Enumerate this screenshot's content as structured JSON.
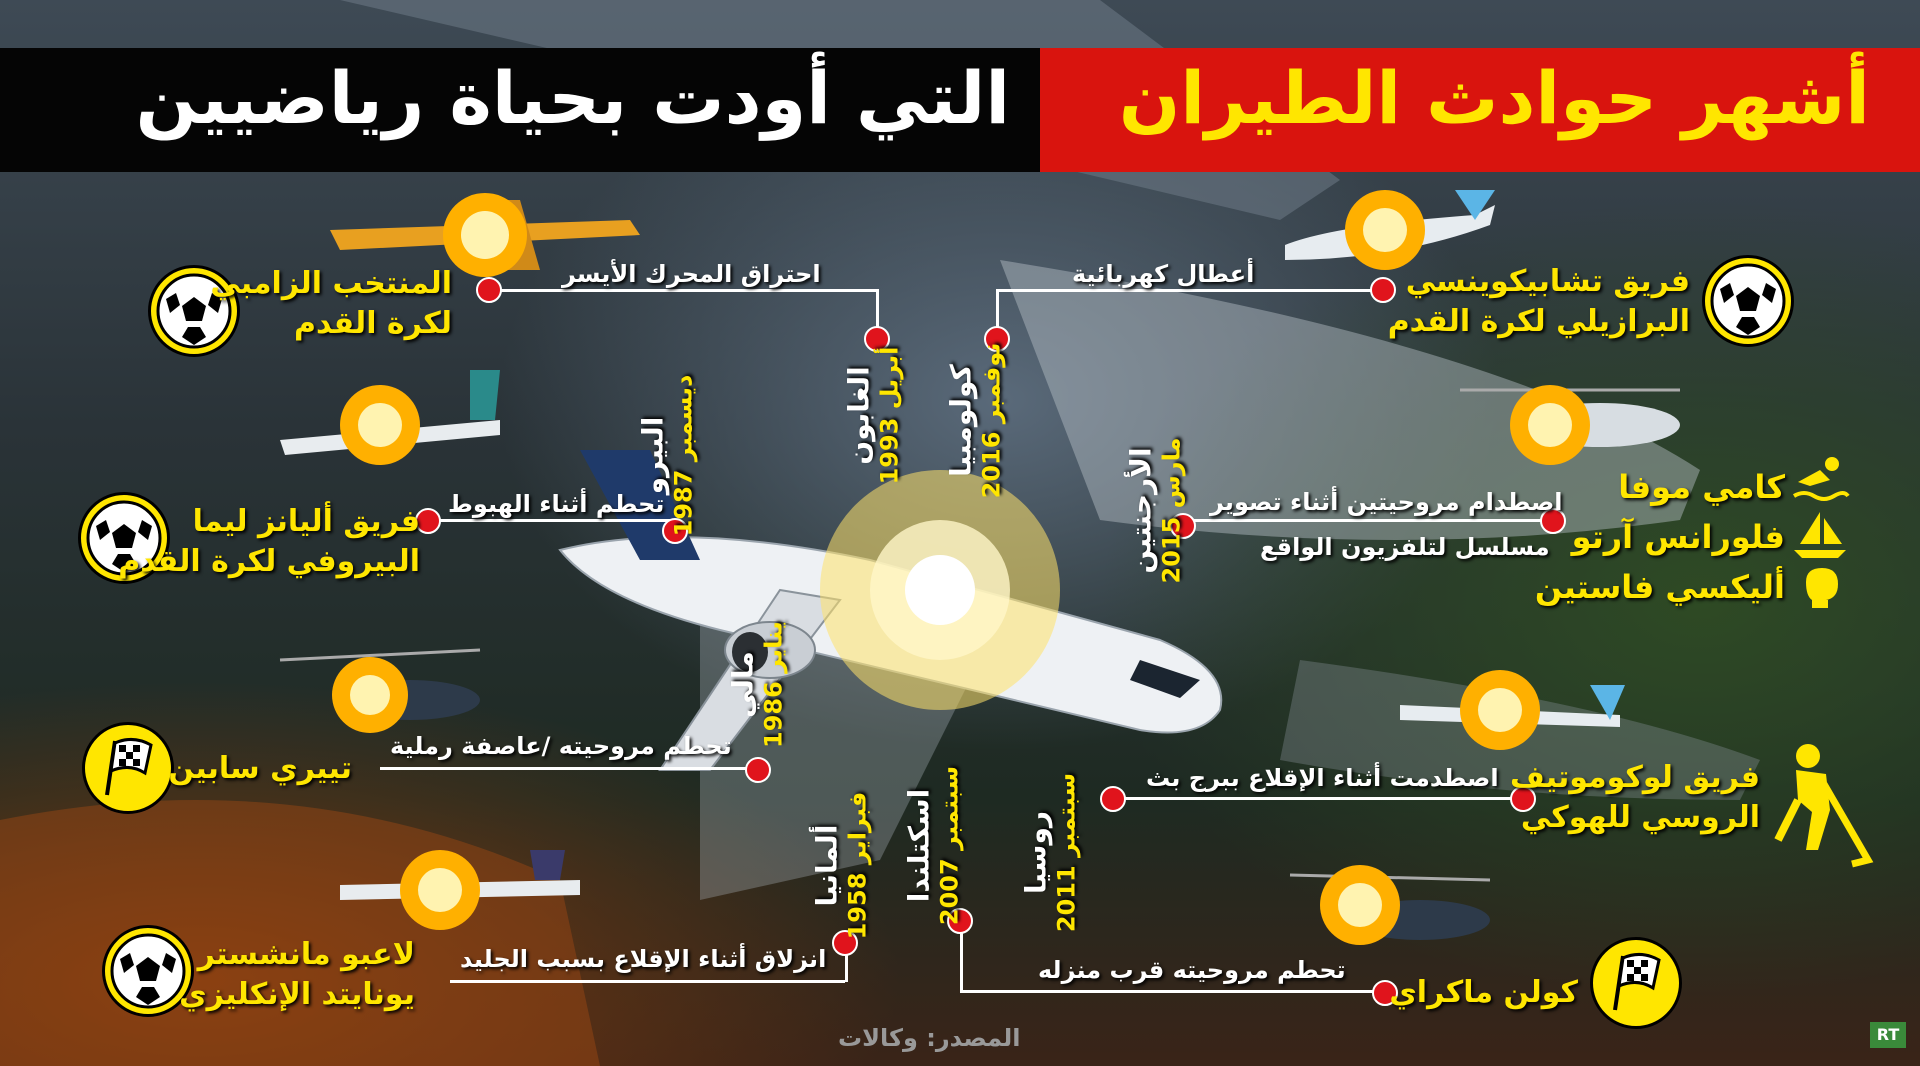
{
  "title": {
    "highlight": "أشهر حوادث الطيران",
    "rest": "التي أودت بحياة رياضيين"
  },
  "colors": {
    "accent_yellow": "#ffe600",
    "header_red": "#d9140e",
    "dot_red": "#e0141c",
    "header_black": "#050505"
  },
  "left": {
    "e1": {
      "name1": "المنتخب الزامبي",
      "name2": "لكرة القدم",
      "cause": "احتراق المحرك الأيسر",
      "country": "الغابون",
      "date": "أبريل 1993",
      "icon": "football-icon"
    },
    "e2": {
      "name1": "فريق أليانز ليما",
      "name2": "البيروفي لكرة القدم",
      "cause": "تحطم أثناء الهبوط",
      "country": "البيرو",
      "date": "ديسمبر 1987",
      "icon": "football-icon"
    },
    "e3": {
      "name1": "تييري سابين",
      "cause": "تحطم مروحيته /عاصفة رملية",
      "country": "مالي",
      "date": "يناير 1986",
      "icon": "checkered-flag-icon"
    },
    "e4": {
      "name1": "لاعبو مانشستر",
      "name2": "يونايتد الإنكليزي",
      "cause": "انزلاق أثناء الإقلاع بسبب الجليد",
      "country": "ألمانيا",
      "date": "فبراير 1958",
      "icon": "football-icon"
    }
  },
  "right": {
    "e1": {
      "name1": "فريق تشابيكوينسي",
      "name2": "البرازيلي لكرة القدم",
      "cause": "أعطال كهربائية",
      "country": "كولومبيا",
      "date": "نوفمبر 2016",
      "icon": "football-icon"
    },
    "e2": {
      "name1": "كامي موفا",
      "name2": "فلورانس آرتو",
      "name3": "أليكسي فاستين",
      "cause1": "اصطدام مروحيتين أثناء تصوير",
      "cause2": "مسلسل لتلفزيون الواقع",
      "country": "الأرجنتين",
      "date": "مارس 2015",
      "icons": [
        "swimmer-icon",
        "sailing-icon",
        "boxing-glove-icon"
      ]
    },
    "e3": {
      "name1": "فريق لوكوموتيف",
      "name2": "الروسي للهوكي",
      "cause": "اصطدمت أثناء الإقلاع ببرج بث",
      "country": "روسيا",
      "date": "سبتمبر 2011",
      "icon": "hockey-player-icon"
    },
    "e4": {
      "name1": "كولن ماكراي",
      "cause": "تحطم مروحيته قرب منزله",
      "country": "اسكتلندا",
      "date": "سبتمبر 2007",
      "icon": "checkered-flag-icon"
    }
  },
  "source": "المصدر: وكالات",
  "logo": "RT"
}
